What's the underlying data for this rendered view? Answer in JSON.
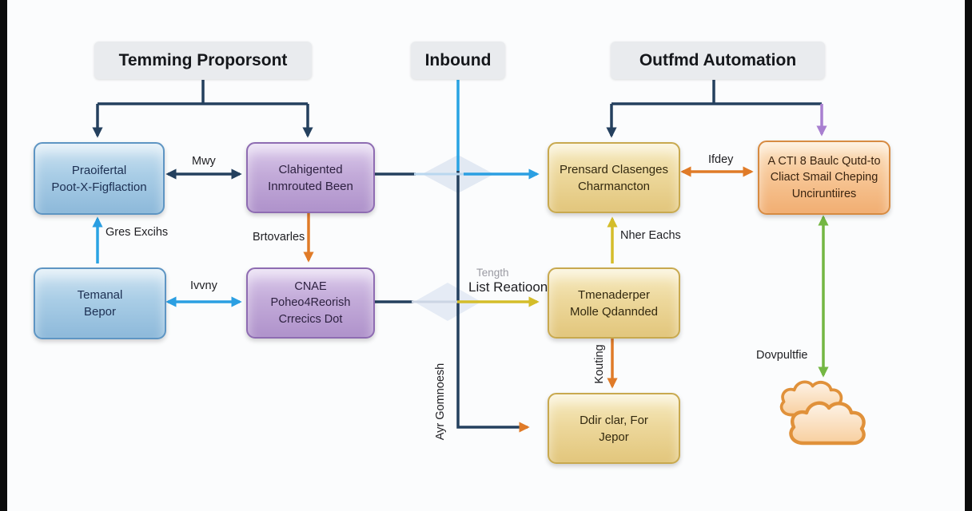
{
  "diagram": {
    "headers": [
      {
        "label": "Temming Proporsont"
      },
      {
        "label": "Inbound"
      },
      {
        "label": "Outfmd Automation"
      }
    ],
    "boxes": {
      "blue1": {
        "lines": [
          "Praoifertal",
          "Poot-X-Figflaction"
        ]
      },
      "blue2": {
        "lines": [
          "Temanal",
          "Bepor"
        ]
      },
      "purple1": {
        "lines": [
          "Clahigented",
          "Inmrouted Been"
        ]
      },
      "purple2": {
        "lines": [
          "CNAE",
          "Poheo4Reorish",
          "Crrecics Dot"
        ]
      },
      "yellow1": {
        "lines": [
          "Prensard Clasenges",
          "Charmancton"
        ]
      },
      "yellow2": {
        "lines": [
          "Tmenaderper",
          "Molle Qdannded"
        ]
      },
      "yellow3": {
        "lines": [
          "Ddir clar, For",
          "Jepor"
        ]
      },
      "orange1": {
        "lines": [
          "A CTI 8 Baulc Qutd-to",
          "Cliact Smail Cheping",
          "Unciruntiires"
        ]
      }
    },
    "edge_labels": {
      "mwy": "Mwy",
      "gres_excihs": "Gres Excihs",
      "brtovarles": "Brtovarles",
      "ivvny": "Ivvny",
      "tength": "Tength",
      "list_reatioon": "List Reatioon",
      "ayr_gomnoesh": "Ayr Gomnoesh",
      "nher_eachs": "Nher Eachs",
      "ifdey": "Ifdey",
      "kouting": "Kouting",
      "dovpultfie": "Dovpultfie"
    },
    "icons": {
      "cloud": "cloud-icon"
    },
    "colors": {
      "navy_arrow": "#24405e",
      "cyan_arrow": "#29a3e3",
      "blue_arrow": "#2b9fe2",
      "orange_arrow": "#e07b28",
      "yellow_arrow": "#d4bd2a",
      "green_arrow": "#74b743",
      "purple_arrow": "#a87fd0",
      "blue_node": "#a9cde6",
      "purple_node": "#c3abd9",
      "tan_node": "#edd89c",
      "orange_node": "#f7c797",
      "header_bg": "#e9ebee",
      "cloud_stroke": "#e0913a"
    }
  }
}
